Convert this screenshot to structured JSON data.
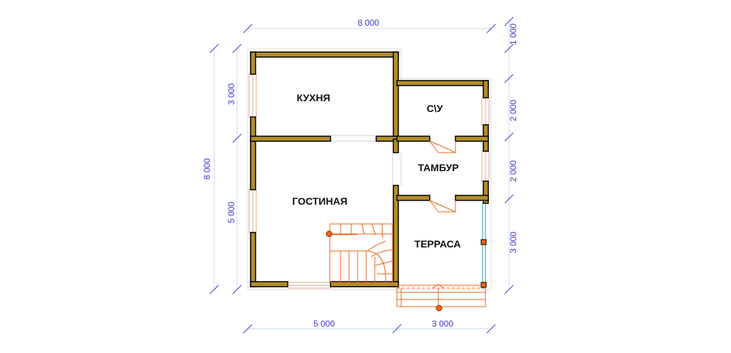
{
  "rooms": {
    "kitchen": "КУХНЯ",
    "bathroom": "С\\У",
    "vestibule": "ТАМБУР",
    "living": "ГОСТИНАЯ",
    "terrace": "ТЕРРАСА"
  },
  "dimensions": {
    "top_total": "8 000",
    "bottom_left": "5 000",
    "bottom_right": "3 000",
    "left_total": "8 000",
    "left_upper": "3 000",
    "left_lower": "5 000",
    "right_top": "1 000",
    "right_bathroom": "2 000",
    "right_vestibule": "2 000",
    "right_terrace": "3 000"
  },
  "colors": {
    "wall": "#b38d2a",
    "stair": "#e8641a",
    "dimension": "#3a3ad0"
  }
}
